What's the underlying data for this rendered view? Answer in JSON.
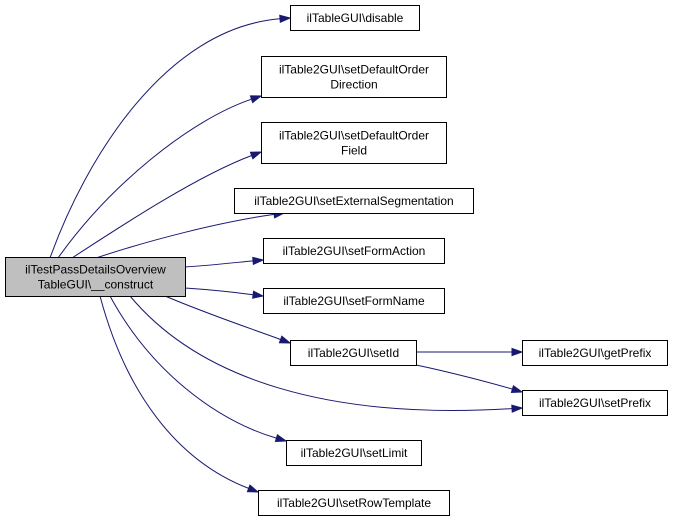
{
  "graph": {
    "root": {
      "id": "root",
      "lines": [
        "ilTestPassDetailsOverview",
        "TableGUI\\__construct"
      ]
    },
    "nodes": [
      {
        "id": "disable",
        "lines": [
          "ilTableGUI\\disable"
        ]
      },
      {
        "id": "setDefaultOrderDirection",
        "lines": [
          "ilTable2GUI\\setDefaultOrder",
          "Direction"
        ]
      },
      {
        "id": "setDefaultOrderField",
        "lines": [
          "ilTable2GUI\\setDefaultOrder",
          "Field"
        ]
      },
      {
        "id": "setExternalSegmentation",
        "lines": [
          "ilTable2GUI\\setExternalSegmentation"
        ]
      },
      {
        "id": "setFormAction",
        "lines": [
          "ilTable2GUI\\setFormAction"
        ]
      },
      {
        "id": "setFormName",
        "lines": [
          "ilTable2GUI\\setFormName"
        ]
      },
      {
        "id": "setId",
        "lines": [
          "ilTable2GUI\\setId"
        ]
      },
      {
        "id": "getPrefix",
        "lines": [
          "ilTable2GUI\\getPrefix"
        ]
      },
      {
        "id": "setPrefix",
        "lines": [
          "ilTable2GUI\\setPrefix"
        ]
      },
      {
        "id": "setLimit",
        "lines": [
          "ilTable2GUI\\setLimit"
        ]
      },
      {
        "id": "setRowTemplate",
        "lines": [
          "ilTable2GUI\\setRowTemplate"
        ]
      }
    ],
    "edges": [
      {
        "from": "root",
        "to": "disable"
      },
      {
        "from": "root",
        "to": "setDefaultOrderDirection"
      },
      {
        "from": "root",
        "to": "setDefaultOrderField"
      },
      {
        "from": "root",
        "to": "setExternalSegmentation"
      },
      {
        "from": "root",
        "to": "setFormAction"
      },
      {
        "from": "root",
        "to": "setFormName"
      },
      {
        "from": "root",
        "to": "setId"
      },
      {
        "from": "root",
        "to": "setPrefix"
      },
      {
        "from": "root",
        "to": "setLimit"
      },
      {
        "from": "root",
        "to": "setRowTemplate"
      },
      {
        "from": "setId",
        "to": "getPrefix"
      },
      {
        "from": "setId",
        "to": "setPrefix"
      }
    ],
    "colors": {
      "edge": "#191970",
      "root_fill": "#bfbfbf",
      "node_fill": "#ffffff",
      "border": "#000000"
    }
  }
}
